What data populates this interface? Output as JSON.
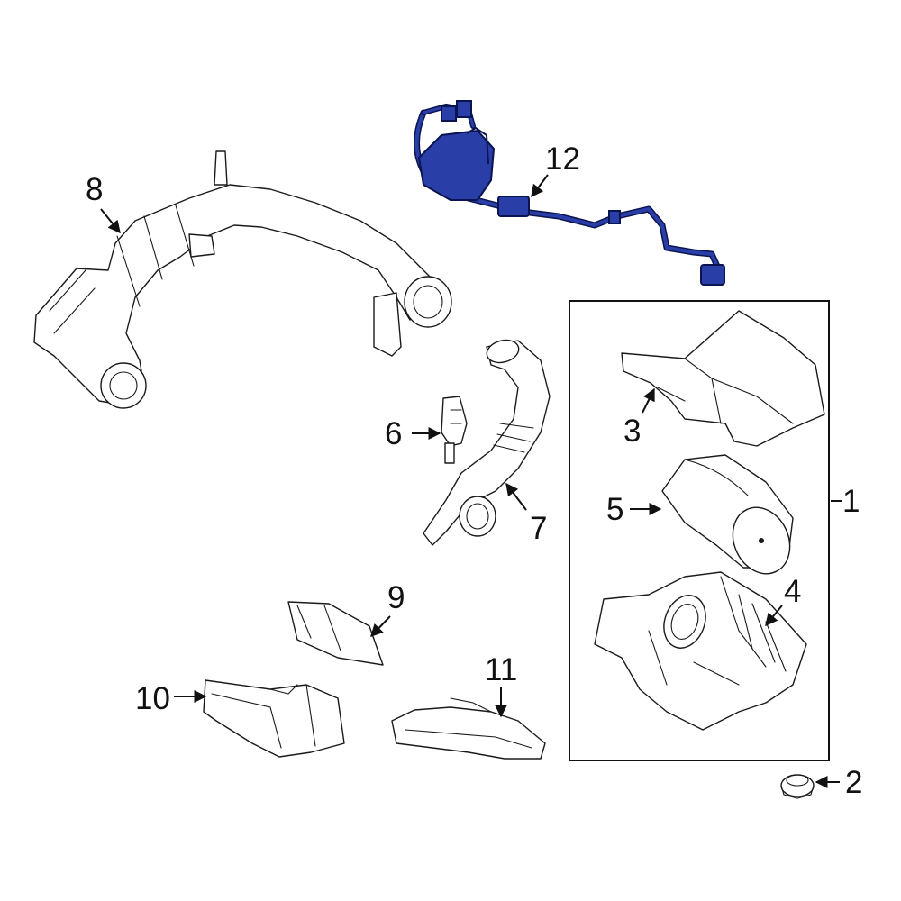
{
  "callouts": [
    "1",
    "2",
    "3",
    "4",
    "5",
    "6",
    "7",
    "8",
    "9",
    "10",
    "11",
    "12"
  ],
  "colors": {
    "line": "#1a1a1a",
    "highlight_fill": "#2a3ea8",
    "highlight_stroke": "#0a1450",
    "background": "#ffffff"
  }
}
